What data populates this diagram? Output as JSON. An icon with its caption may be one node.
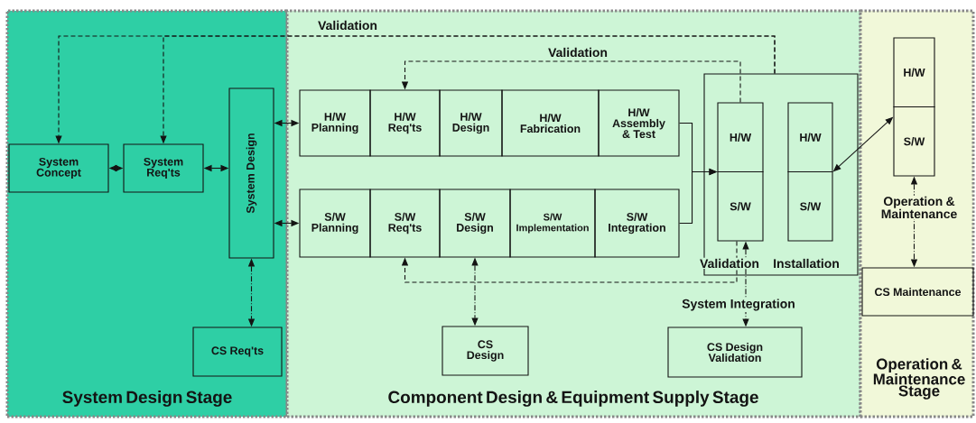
{
  "diagram": {
    "nodes": [
      {
        "text": [
          "System Design Stage"
        ]
      },
      {
        "text": [
          "Component Design & Equipment Supply Stage"
        ]
      },
      {
        "text": [
          "Operation & Maintenance Stage"
        ]
      },
      {
        "text": [
          "System Concept"
        ],
        "in": 0
      },
      {
        "text": [
          "System Req'ts"
        ],
        "in": 0
      },
      {
        "text": [
          "System Design"
        ],
        "in": 0
      },
      {
        "text": [
          "CS Req'ts"
        ],
        "in": 0
      },
      {
        "text": [
          "H/W Planning"
        ],
        "in": 1
      },
      {
        "text": [
          "H/W Req'ts"
        ],
        "in": 1
      },
      {
        "text": [
          "H/W Design"
        ],
        "in": 1
      },
      {
        "text": [
          "H/W Fabrication"
        ],
        "in": 1
      },
      {
        "text": [
          "H/W Assembly & Test"
        ],
        "in": 1
      },
      {
        "text": [
          "S/W Planning"
        ],
        "in": 1
      },
      {
        "text": [
          "S/W Req'ts"
        ],
        "in": 1
      },
      {
        "text": [
          "S/W Design"
        ],
        "in": 1
      },
      {
        "text": [
          "S/W Implementation"
        ],
        "in": 1
      },
      {
        "text": [
          "S/W Integration"
        ],
        "in": 1
      },
      {
        "text": [],
        "shape": "box",
        "in": 1
      },
      {
        "text": [
          "H/W",
          "S/W"
        ],
        "beside": [
          "Validation"
        ],
        "in": 17
      },
      {
        "text": [
          "H/W",
          "S/W"
        ],
        "beside": [
          "Installation"
        ],
        "in": 17
      },
      {
        "text": [
          "CS Design"
        ],
        "in": 1
      },
      {
        "text": [
          "CS Design Validation"
        ],
        "in": 1
      },
      {
        "text": [
          "H/W",
          "S/W"
        ],
        "beside": [
          "Operation & Maintenance"
        ],
        "in": 2
      },
      {
        "text": [
          "CS Maintenance"
        ],
        "in": 2
      }
    ],
    "edges": [
      {
        "from": 17,
        "to": 3,
        "arrow": "to",
        "style": "dashed",
        "label": "Validation"
      },
      {
        "from": 17,
        "to": 4,
        "arrow": "to",
        "style": "dashed"
      },
      {
        "from": 18,
        "to": 8,
        "arrow": "to",
        "style": "dashed",
        "label": "Validation"
      },
      {
        "from": 18,
        "to": 13,
        "arrow": "to",
        "style": "dashed"
      },
      {
        "from": 3,
        "to": 4,
        "arrow": "both"
      },
      {
        "from": 4,
        "to": 5,
        "arrow": "both"
      },
      {
        "from": 5,
        "to": 7,
        "arrow": "both"
      },
      {
        "from": 5,
        "to": 12,
        "arrow": "both"
      },
      {
        "from": 5,
        "to": 6,
        "arrow": "both",
        "style": "dashed"
      },
      {
        "from": 11,
        "to": 18,
        "arrow": "to"
      },
      {
        "from": 16,
        "to": 18,
        "arrow": "to"
      },
      {
        "from": 14,
        "to": 20,
        "arrow": "both",
        "style": "dashed"
      },
      {
        "from": 18,
        "to": 21,
        "arrow": "both",
        "style": "dashed",
        "label": "System Integration"
      },
      {
        "from": 19,
        "to": 22,
        "arrow": "both"
      },
      {
        "from": 22,
        "to": 23,
        "arrow": "both",
        "style": "dashed"
      }
    ]
  }
}
